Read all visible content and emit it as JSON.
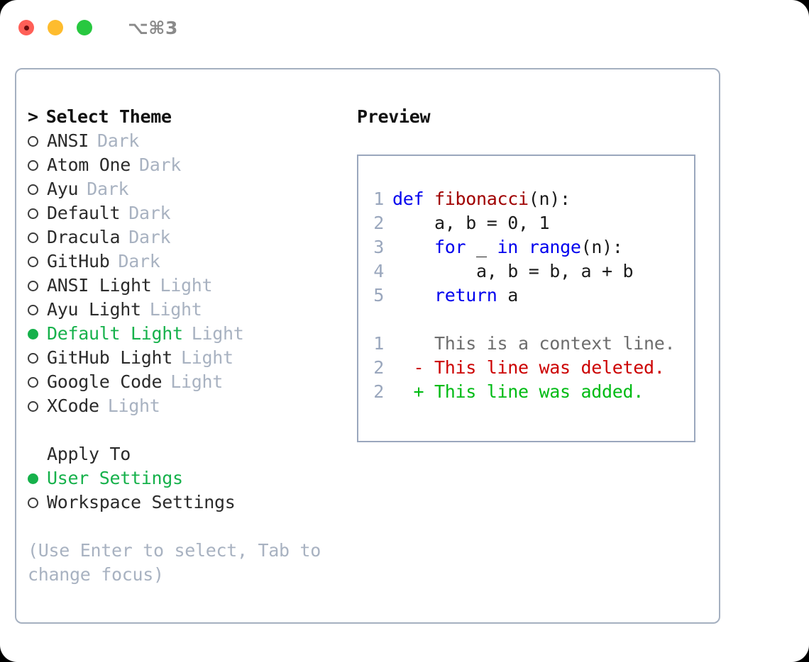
{
  "titlebar": {
    "buttons": [
      "close",
      "minimize",
      "maximize"
    ],
    "shortcut": "⌥⌘3"
  },
  "theme_list": {
    "heading_caret": ">",
    "heading": "Select Theme",
    "items": [
      {
        "name": "ANSI",
        "tag": "Dark",
        "selected": false
      },
      {
        "name": "Atom One",
        "tag": "Dark",
        "selected": false
      },
      {
        "name": "Ayu",
        "tag": "Dark",
        "selected": false
      },
      {
        "name": "Default",
        "tag": "Dark",
        "selected": false
      },
      {
        "name": "Dracula",
        "tag": "Dark",
        "selected": false
      },
      {
        "name": "GitHub",
        "tag": "Dark",
        "selected": false
      },
      {
        "name": "ANSI Light",
        "tag": "Light",
        "selected": false
      },
      {
        "name": "Ayu Light",
        "tag": "Light",
        "selected": false
      },
      {
        "name": "Default Light",
        "tag": "Light",
        "selected": true
      },
      {
        "name": "GitHub Light",
        "tag": "Light",
        "selected": false
      },
      {
        "name": "Google Code",
        "tag": "Light",
        "selected": false
      },
      {
        "name": "XCode",
        "tag": "Light",
        "selected": false
      }
    ]
  },
  "apply_to": {
    "heading": "Apply To",
    "options": [
      {
        "label": "User Settings",
        "selected": true
      },
      {
        "label": "Workspace Settings",
        "selected": false
      }
    ]
  },
  "hint": "(Use Enter to select, Tab to change focus)",
  "preview": {
    "title": "Preview",
    "code": [
      {
        "lineno": "1",
        "indent": "",
        "tokens": [
          {
            "t": "def",
            "c": "kw"
          },
          {
            "t": " ",
            "c": "plain"
          },
          {
            "t": "fibonacci",
            "c": "fn"
          },
          {
            "t": "(n):",
            "c": "plain"
          }
        ]
      },
      {
        "lineno": "2",
        "indent": "    ",
        "tokens": [
          {
            "t": "a, b = 0, 1",
            "c": "plain"
          }
        ]
      },
      {
        "lineno": "3",
        "indent": "    ",
        "tokens": [
          {
            "t": "for",
            "c": "kw"
          },
          {
            "t": " _ ",
            "c": "plain"
          },
          {
            "t": "in",
            "c": "kw"
          },
          {
            "t": " ",
            "c": "plain"
          },
          {
            "t": "range",
            "c": "kw"
          },
          {
            "t": "(n):",
            "c": "plain"
          }
        ]
      },
      {
        "lineno": "4",
        "indent": "        ",
        "tokens": [
          {
            "t": "a, b = b, a + b",
            "c": "plain"
          }
        ]
      },
      {
        "lineno": "5",
        "indent": "    ",
        "tokens": [
          {
            "t": "return",
            "c": "kw"
          },
          {
            "t": " a",
            "c": "plain"
          }
        ]
      }
    ],
    "diff": [
      {
        "lineno": "1",
        "marker": "  ",
        "text": "This is a context line.",
        "kind": "ctx"
      },
      {
        "lineno": "2",
        "marker": "- ",
        "text": "This line was deleted.",
        "kind": "del"
      },
      {
        "lineno": "2",
        "marker": "+ ",
        "text": "This line was added.",
        "kind": "add"
      }
    ]
  },
  "colors": {
    "accent_green": "#16b14b",
    "muted": "#a8b2c1",
    "border": "#a5b0c0",
    "keyword": "#0000ee",
    "function": "#a00000",
    "diff_deleted": "#cc0000",
    "diff_added": "#00bb14"
  }
}
